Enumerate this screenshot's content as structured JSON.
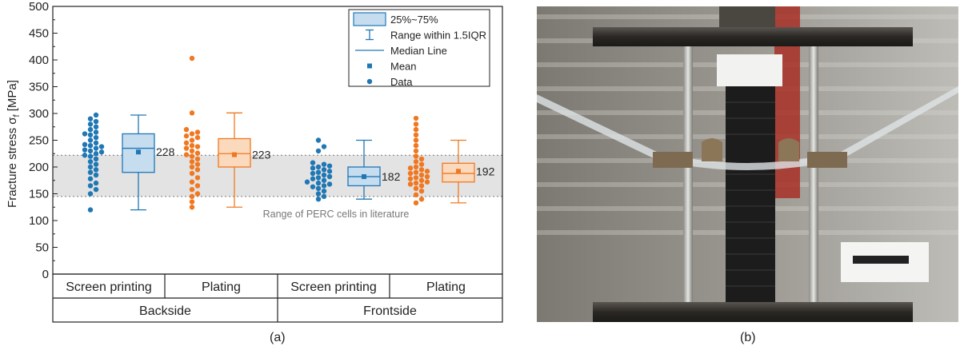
{
  "chart_data": {
    "type": "box",
    "ylabel": "Fracture stress σ",
    "ylabel_sub": "f",
    "ylabel_unit": " [MPa]",
    "ylim": [
      0,
      500
    ],
    "yticks": [
      "0",
      "50",
      "100",
      "150",
      "200",
      "250",
      "300",
      "350",
      "400",
      "450",
      "500"
    ],
    "categories": [
      "Screen printing",
      "Plating",
      "Screen printing",
      "Plating"
    ],
    "groups": [
      "Backside",
      "Frontside"
    ],
    "reference_band": {
      "low": 145,
      "high": 222,
      "label": "Range of PERC cells in literature"
    },
    "legend": {
      "placement": "top-right",
      "items": [
        "25%~75%",
        "Range within 1.5IQR",
        "Median Line",
        "Mean",
        "Data"
      ]
    },
    "series": [
      {
        "group": "Backside",
        "method": "Screen printing",
        "color": "#1f77b4",
        "q1": 190,
        "median": 235,
        "q3": 262,
        "mean": 228,
        "whisker_low": 120,
        "whisker_high": 297,
        "mean_label": "228",
        "points": [
          120,
          150,
          158,
          165,
          170,
          178,
          185,
          190,
          195,
          200,
          205,
          210,
          215,
          220,
          222,
          225,
          228,
          230,
          232,
          235,
          238,
          240,
          242,
          245,
          250,
          255,
          260,
          262,
          265,
          270,
          275,
          280,
          285,
          290,
          297
        ]
      },
      {
        "group": "Backside",
        "method": "Plating",
        "color": "#f07820",
        "q1": 200,
        "median": 225,
        "q3": 253,
        "mean": 223,
        "whisker_low": 125,
        "whisker_high": 301,
        "mean_label": "223",
        "points": [
          125,
          135,
          145,
          150,
          158,
          165,
          172,
          180,
          188,
          195,
          200,
          205,
          210,
          215,
          220,
          223,
          226,
          230,
          235,
          238,
          240,
          245,
          250,
          255,
          258,
          262,
          265,
          270,
          301,
          403
        ]
      },
      {
        "group": "Frontside",
        "method": "Screen printing",
        "color": "#1f77b4",
        "q1": 165,
        "median": 182,
        "q3": 200,
        "mean": 182,
        "whisker_low": 140,
        "whisker_high": 250,
        "mean_label": "182",
        "points": [
          140,
          145,
          150,
          155,
          160,
          163,
          165,
          168,
          170,
          172,
          175,
          178,
          180,
          182,
          185,
          188,
          190,
          192,
          195,
          198,
          200,
          202,
          205,
          208,
          230,
          238,
          250
        ]
      },
      {
        "group": "Frontside",
        "method": "Plating",
        "color": "#f07820",
        "q1": 172,
        "median": 188,
        "q3": 207,
        "mean": 192,
        "whisker_low": 133,
        "whisker_high": 250,
        "mean_label": "192",
        "points": [
          133,
          140,
          148,
          155,
          160,
          165,
          168,
          170,
          172,
          175,
          178,
          180,
          182,
          185,
          188,
          190,
          192,
          195,
          198,
          200,
          205,
          210,
          215,
          220,
          230,
          240,
          250,
          260,
          270,
          280,
          291
        ]
      }
    ]
  },
  "captions": {
    "left": "(a)",
    "right": "(b)"
  },
  "photo": {
    "description_icon": "three-point-bending-test-photo"
  }
}
